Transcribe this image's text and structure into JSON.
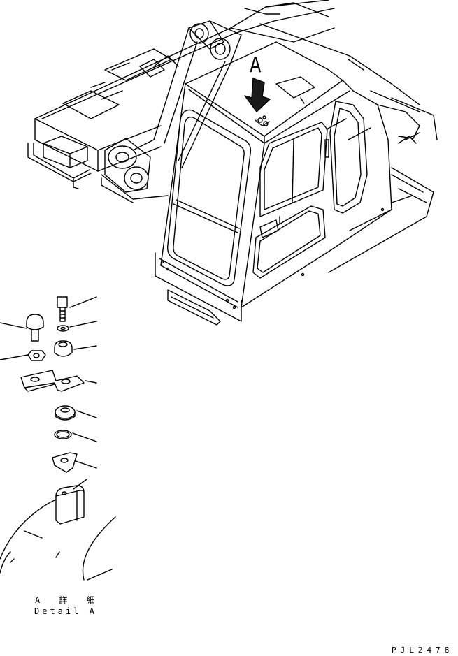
{
  "drawing": {
    "view_marker": "A",
    "detail_title_jp": "A 詳 細",
    "detail_title_en": "Detail A",
    "drawing_code": "PJL2478"
  },
  "colors": {
    "line": "#000000",
    "background": "#ffffff",
    "arrow_fill": "#1a1a1a"
  },
  "parts": [
    "bolt",
    "washer",
    "cushion",
    "bracket",
    "spacer",
    "o-ring",
    "plate",
    "stopper",
    "bolt-left",
    "nut-left"
  ]
}
